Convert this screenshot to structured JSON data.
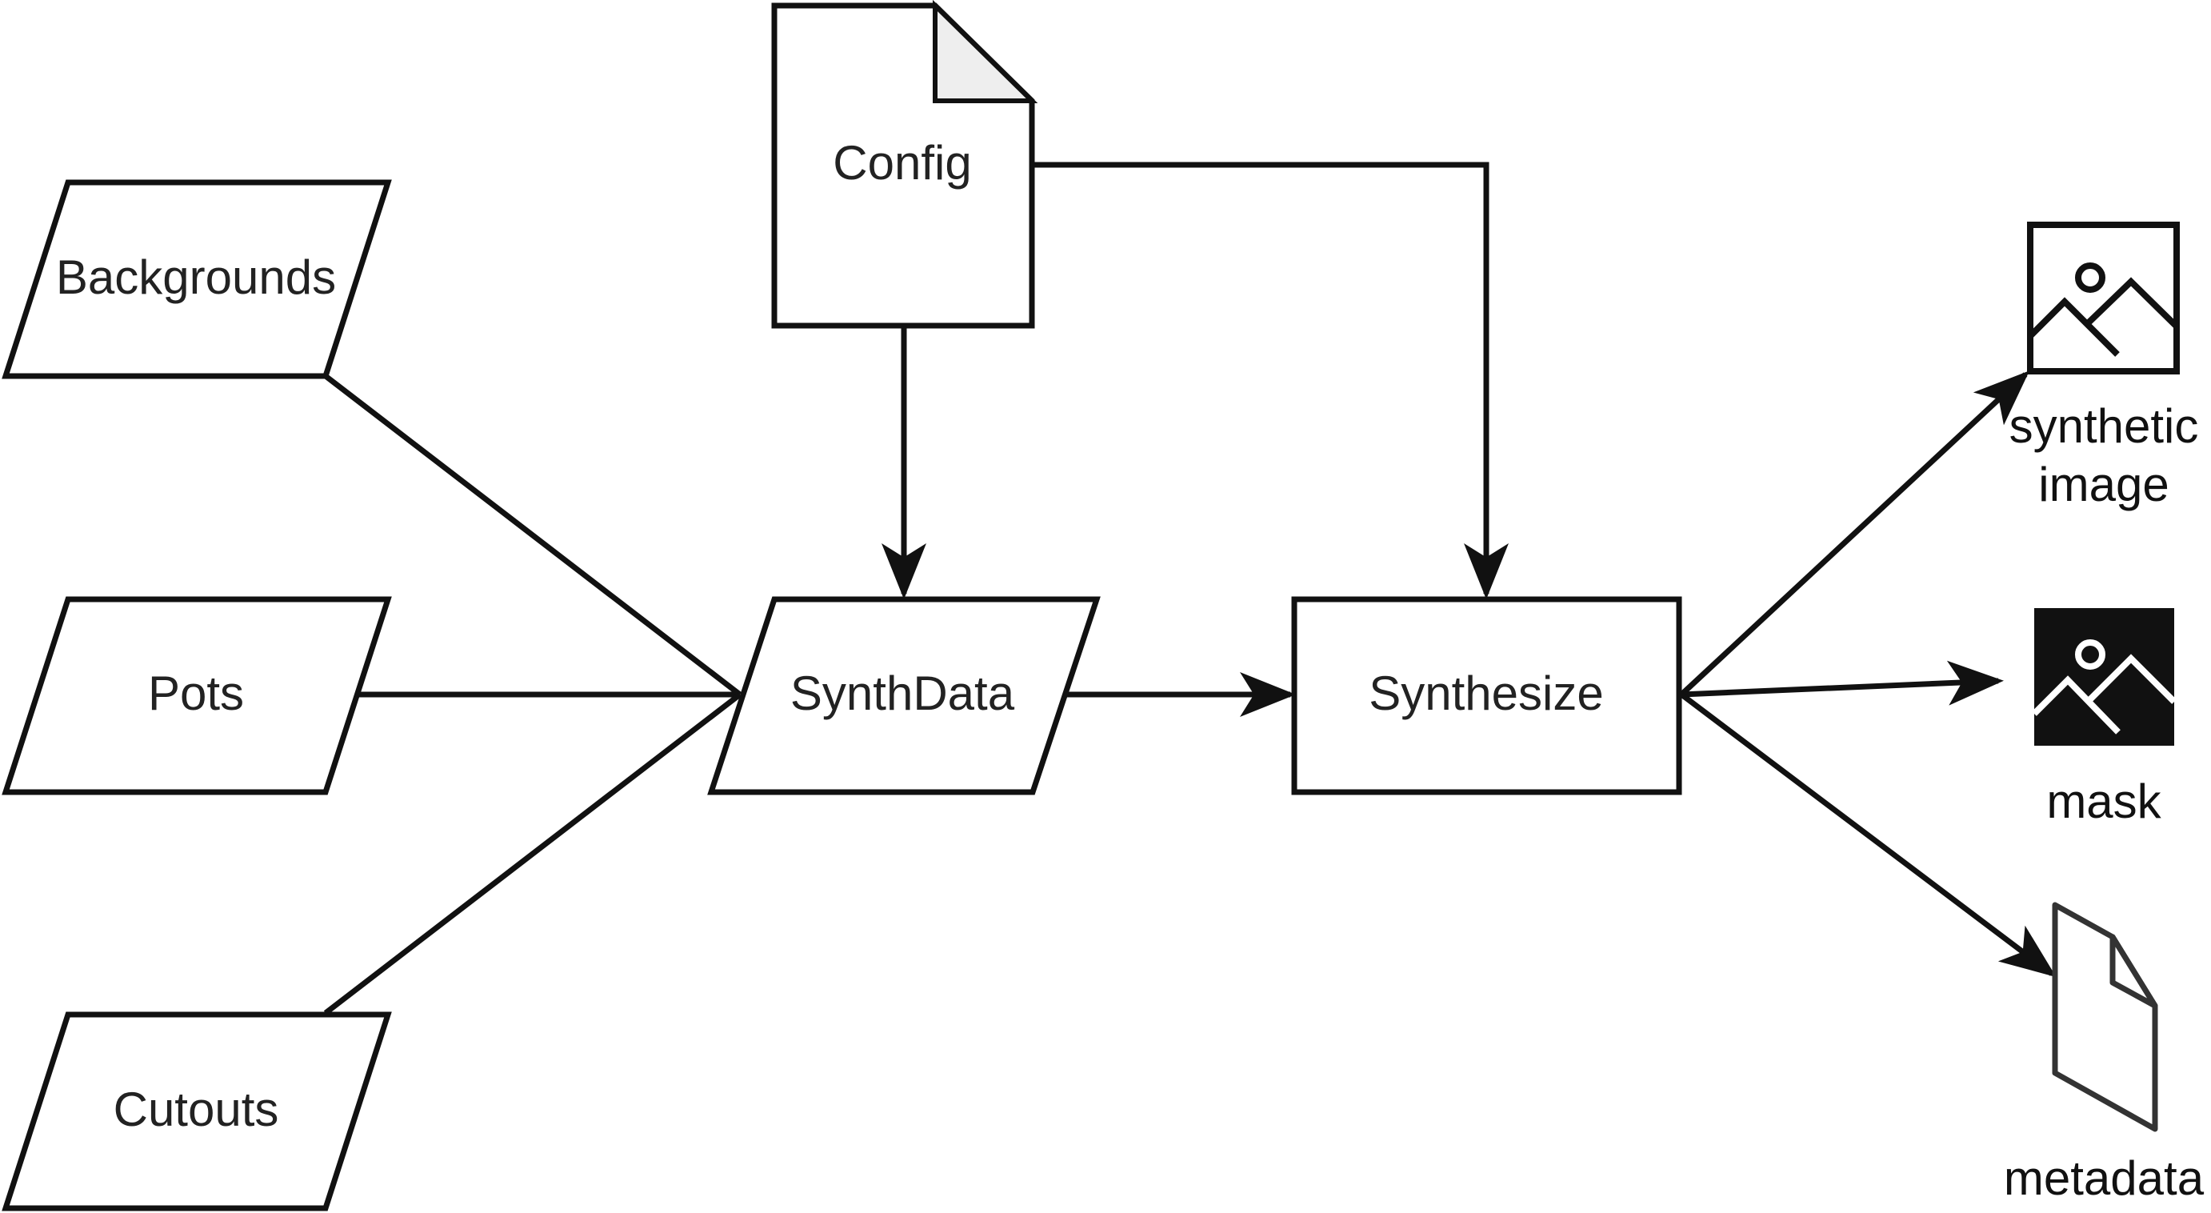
{
  "diagram": {
    "nodes": {
      "config": {
        "label": "Config",
        "shape": "document"
      },
      "backgrounds": {
        "label": "Backgrounds",
        "shape": "parallelogram"
      },
      "pots": {
        "label": "Pots",
        "shape": "parallelogram"
      },
      "cutouts": {
        "label": "Cutouts",
        "shape": "parallelogram"
      },
      "synthdata": {
        "label": "SynthData",
        "shape": "parallelogram"
      },
      "synthesize": {
        "label": "Synthesize",
        "shape": "process"
      }
    },
    "outputs": {
      "synthetic_image": {
        "label_line1": "synthetic",
        "label_line2": "image",
        "icon": "image-outline-icon"
      },
      "mask": {
        "label": "mask",
        "icon": "image-filled-icon"
      },
      "metadata": {
        "label": "metadata",
        "icon": "file-icon"
      }
    },
    "edges": [
      {
        "from": "Backgrounds",
        "to": "SynthData"
      },
      {
        "from": "Pots",
        "to": "SynthData"
      },
      {
        "from": "Cutouts",
        "to": "SynthData"
      },
      {
        "from": "Config",
        "to": "SynthData"
      },
      {
        "from": "Config",
        "to": "Synthesize"
      },
      {
        "from": "SynthData",
        "to": "Synthesize"
      },
      {
        "from": "Synthesize",
        "to": "synthetic image"
      },
      {
        "from": "Synthesize",
        "to": "mask"
      },
      {
        "from": "Synthesize",
        "to": "metadata"
      }
    ]
  }
}
